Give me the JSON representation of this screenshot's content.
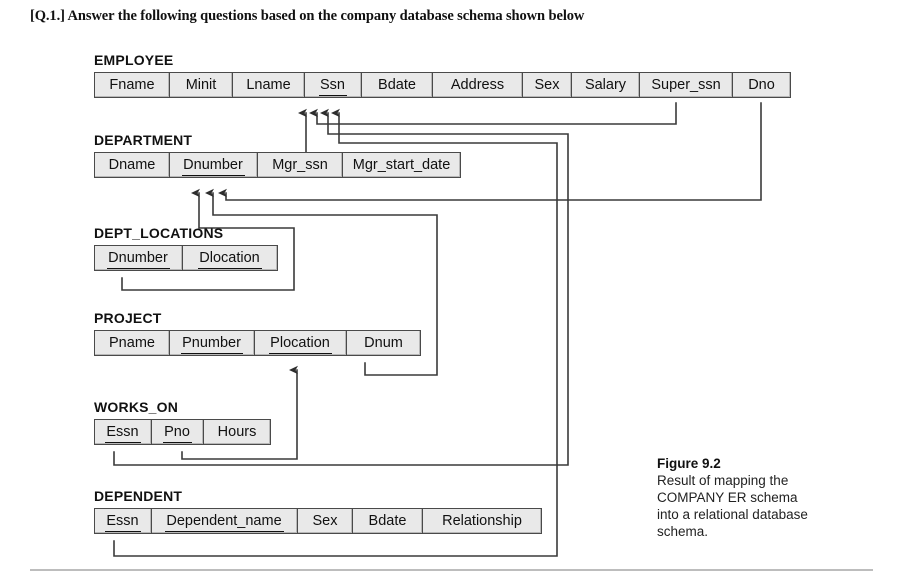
{
  "question": {
    "text": "[Q.1.] Answer the following questions based on the company database schema shown below"
  },
  "figure": {
    "caption_title": "Figure 9.2",
    "caption_line1": "Result of mapping the",
    "caption_line2": "COMPANY ER schema",
    "caption_line3": "into a relational database",
    "caption_line4": "schema."
  },
  "colors": {
    "cell_fill": "#e9e9e9",
    "cell_border": "#4a4a4a",
    "line": "#3a3a3a",
    "text": "#111111",
    "divider": "#bdbdbd"
  },
  "schema": {
    "relations": [
      {
        "name": "EMPLOYEE",
        "attributes": [
          {
            "label": "Fname",
            "key": false
          },
          {
            "label": "Minit",
            "key": false
          },
          {
            "label": "Lname",
            "key": false
          },
          {
            "label": "Ssn",
            "key": true
          },
          {
            "label": "Bdate",
            "key": false
          },
          {
            "label": "Address",
            "key": false
          },
          {
            "label": "Sex",
            "key": false
          },
          {
            "label": "Salary",
            "key": false
          },
          {
            "label": "Super_ssn",
            "key": false
          },
          {
            "label": "Dno",
            "key": false
          }
        ]
      },
      {
        "name": "DEPARTMENT",
        "attributes": [
          {
            "label": "Dname",
            "key": false
          },
          {
            "label": "Dnumber",
            "key": true
          },
          {
            "label": "Mgr_ssn",
            "key": false
          },
          {
            "label": "Mgr_start_date",
            "key": false
          }
        ]
      },
      {
        "name": "DEPT_LOCATIONS",
        "attributes": [
          {
            "label": "Dnumber",
            "key": true
          },
          {
            "label": "Dlocation",
            "key": true
          }
        ]
      },
      {
        "name": "PROJECT",
        "attributes": [
          {
            "label": "Pname",
            "key": false
          },
          {
            "label": "Pnumber",
            "key": true
          },
          {
            "label": "Plocation",
            "key": true
          },
          {
            "label": "Dnum",
            "key": false
          }
        ]
      },
      {
        "name": "WORKS_ON",
        "attributes": [
          {
            "label": "Essn",
            "key": true
          },
          {
            "label": "Pno",
            "key": true
          },
          {
            "label": "Hours",
            "key": false
          }
        ]
      },
      {
        "name": "DEPENDENT",
        "attributes": [
          {
            "label": "Essn",
            "key": true
          },
          {
            "label": "Dependent_name",
            "key": true
          },
          {
            "label": "Sex",
            "key": false
          },
          {
            "label": "Bdate",
            "key": false
          },
          {
            "label": "Relationship",
            "key": false
          }
        ]
      }
    ],
    "foreign_keys": [
      {
        "from": "DEPARTMENT.Mgr_ssn",
        "to": "EMPLOYEE.Ssn"
      },
      {
        "from": "EMPLOYEE.Super_ssn",
        "to": "EMPLOYEE.Ssn"
      },
      {
        "from": "WORKS_ON.Essn",
        "to": "EMPLOYEE.Ssn"
      },
      {
        "from": "DEPENDENT.Essn",
        "to": "EMPLOYEE.Ssn"
      },
      {
        "from": "EMPLOYEE.Dno",
        "to": "DEPARTMENT.Dnumber"
      },
      {
        "from": "DEPT_LOCATIONS.Dnumber",
        "to": "DEPARTMENT.Dnumber"
      },
      {
        "from": "PROJECT.Dnum",
        "to": "DEPARTMENT.Dnumber"
      },
      {
        "from": "WORKS_ON.Pno",
        "to": "PROJECT.Pnumber"
      }
    ]
  }
}
